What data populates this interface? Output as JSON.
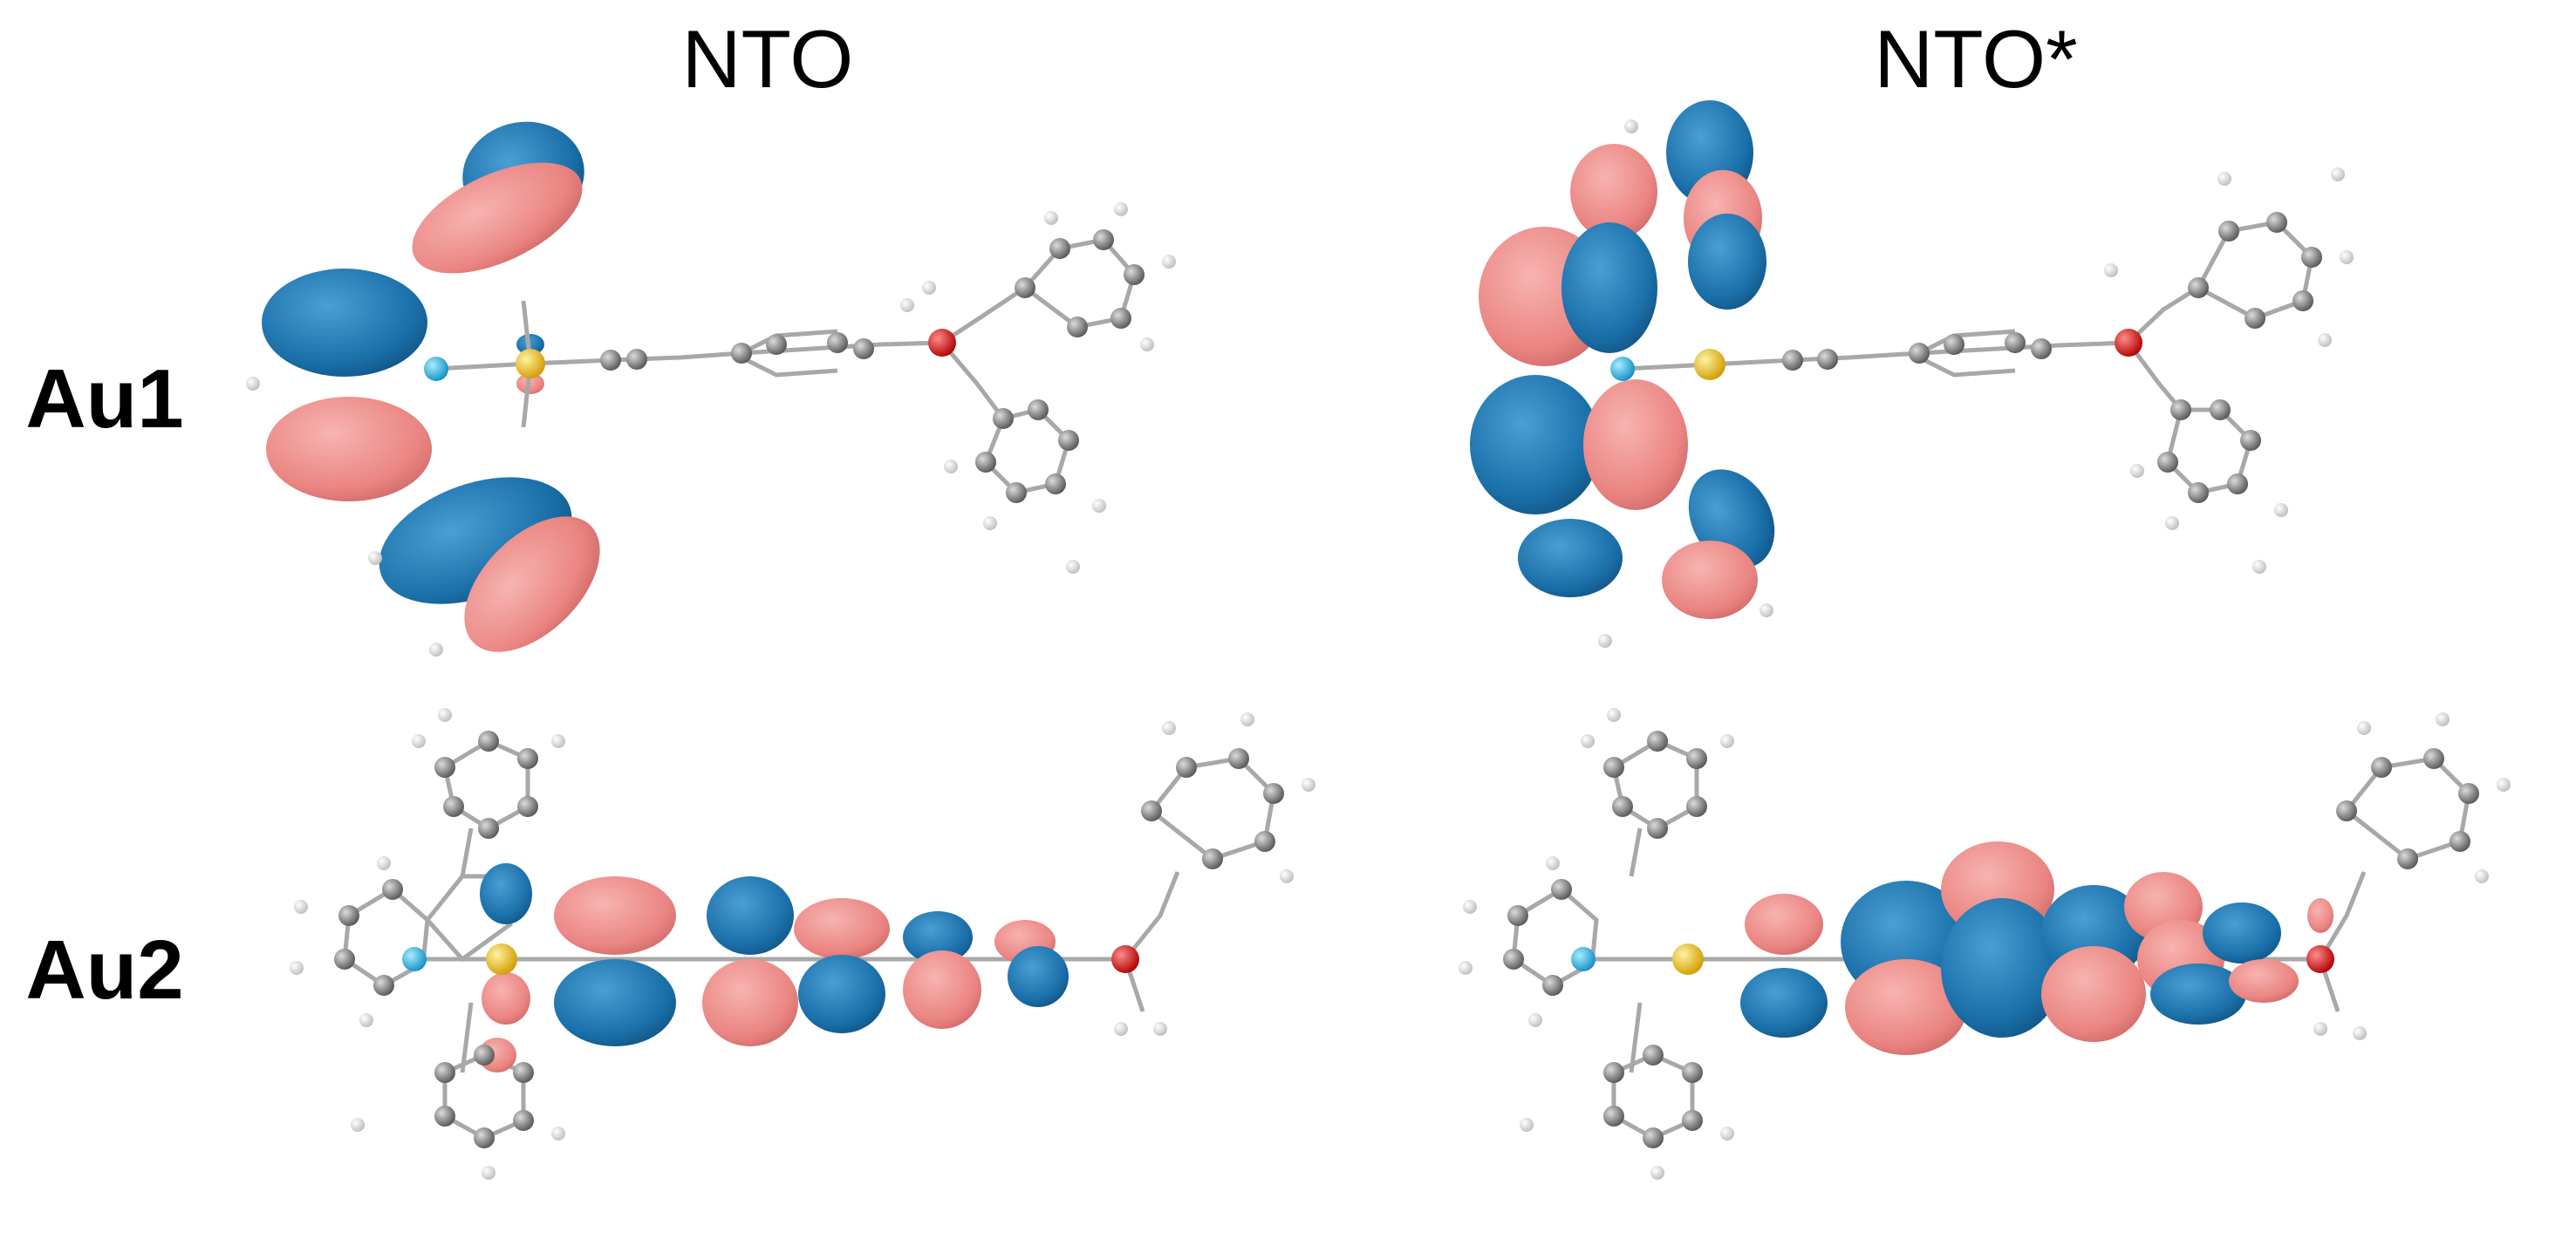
{
  "figure": {
    "column_headers": [
      "NTO",
      "NTO*"
    ],
    "row_headers": [
      "Au1",
      "Au2"
    ]
  },
  "panels": [
    {
      "id": "au1-nto",
      "row": "Au1",
      "column": "NTO"
    },
    {
      "id": "au1-nto-star",
      "row": "Au1",
      "column": "NTO*"
    },
    {
      "id": "au2-nto",
      "row": "Au2",
      "column": "NTO"
    },
    {
      "id": "au2-nto-star",
      "row": "Au2",
      "column": "NTO*"
    }
  ],
  "colors": {
    "positive_lobe": "#1f77b4",
    "negative_lobe": "#ee8a86",
    "carbon": "#808080",
    "hydrogen": "#f2f2f2",
    "nitrogen": "#1aaee6",
    "gold": "#f2c200",
    "oxygen": "#e00000",
    "bond": "#a8a8a8"
  }
}
